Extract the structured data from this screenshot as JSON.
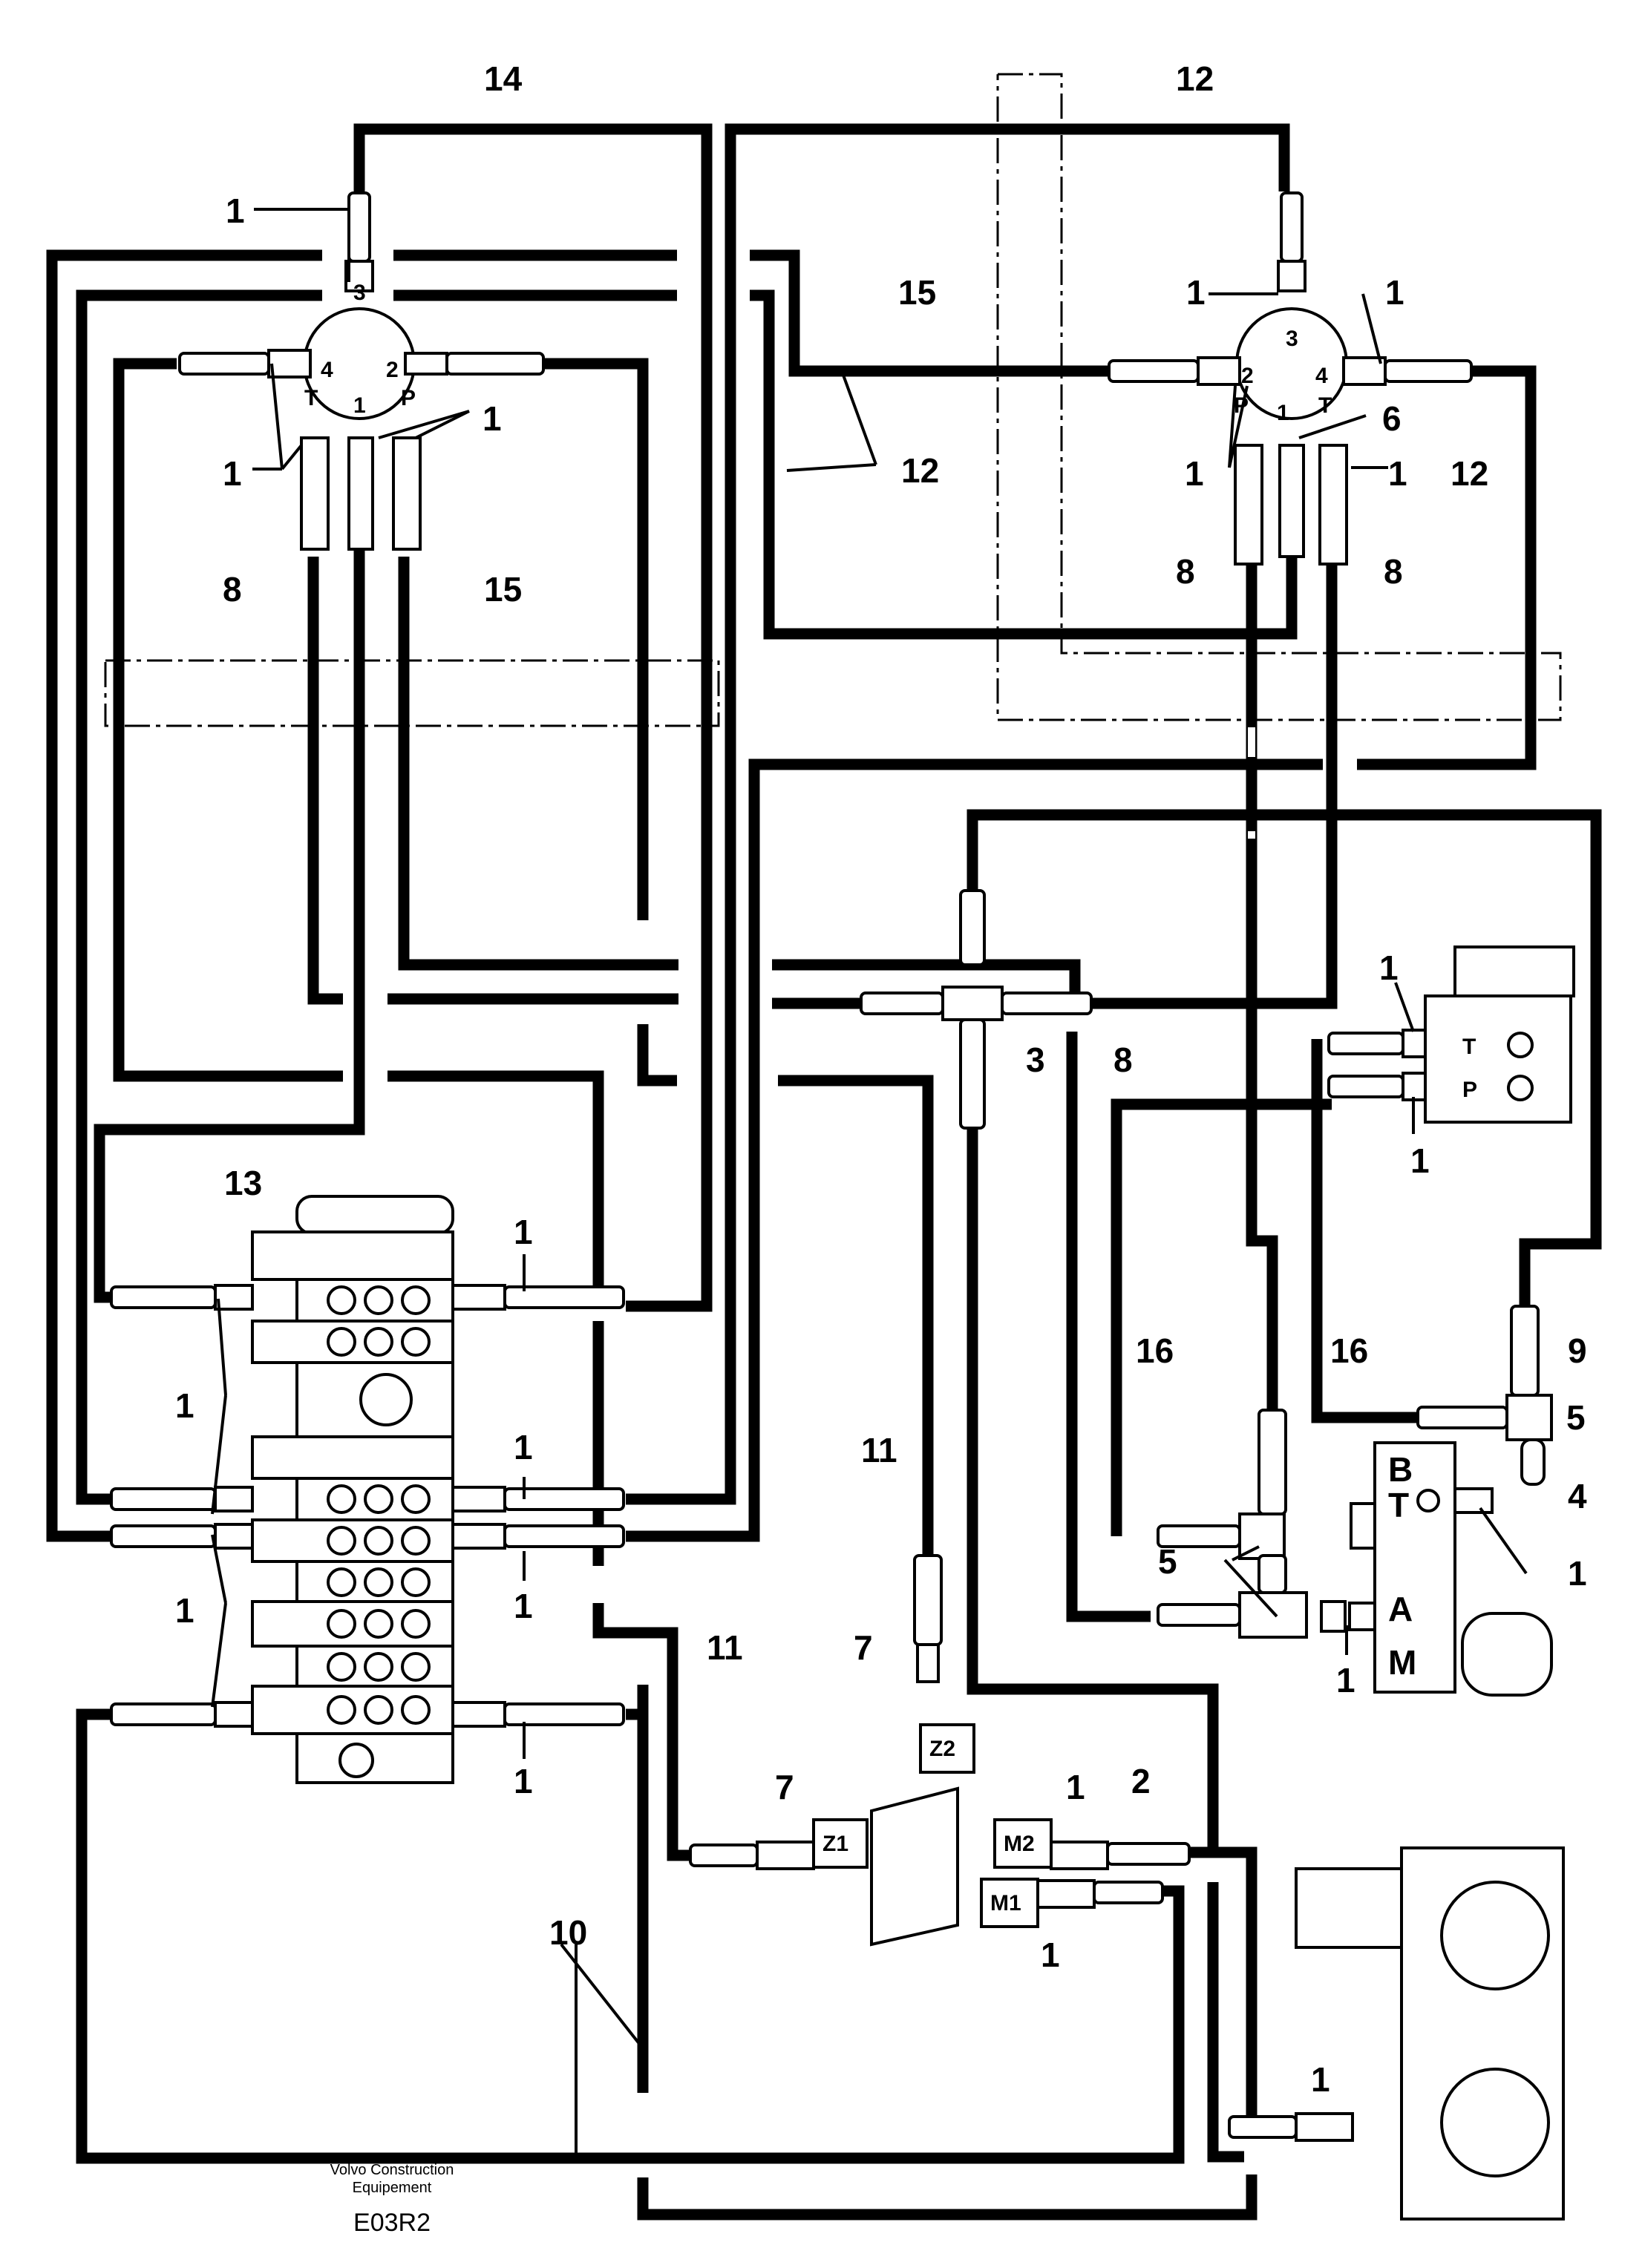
{
  "caption": {
    "line1": "Volvo Construction",
    "line2": "Equipement",
    "code": "E03R2"
  },
  "labels": {
    "n1": "1",
    "n2": "2",
    "n3": "3",
    "n4": "4",
    "n5": "5",
    "n6": "6",
    "n7": "7",
    "n8": "8",
    "n9": "9",
    "n10": "10",
    "n11": "11",
    "n12": "12",
    "n13": "13",
    "n14": "14",
    "n15": "15",
    "n16": "16"
  },
  "ports": {
    "T": "T",
    "P": "P",
    "A": "A",
    "B": "B",
    "M": "M",
    "p1": "1",
    "p2": "2",
    "p3": "3",
    "p4": "4"
  },
  "blocks": {
    "Z1": "Z1",
    "Z2": "Z2",
    "M1": "M1",
    "M2": "M2"
  }
}
